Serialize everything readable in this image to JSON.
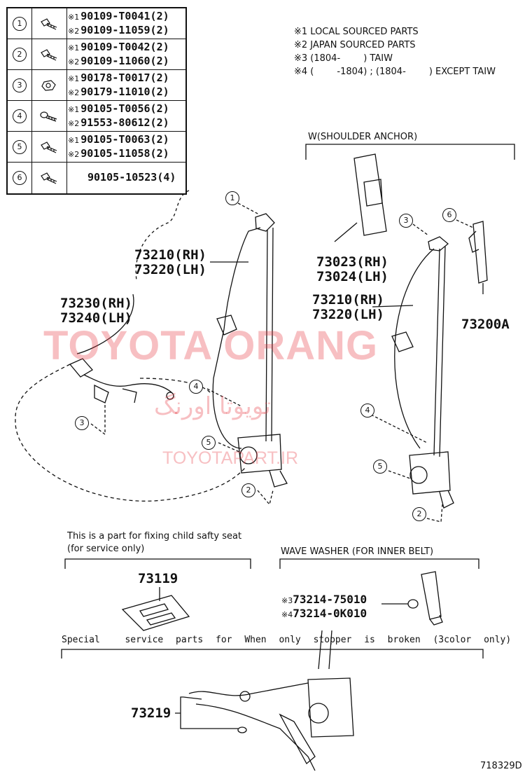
{
  "parts_table": {
    "rows": [
      {
        "ref": "1",
        "icon": "bolt-icon",
        "lines": [
          {
            "mark": "※1",
            "pn": "90109-T0041(2)"
          },
          {
            "mark": "※2",
            "pn": "90109-11059(2)"
          }
        ]
      },
      {
        "ref": "2",
        "icon": "bolt-icon",
        "lines": [
          {
            "mark": "※1",
            "pn": "90109-T0042(2)"
          },
          {
            "mark": "※2",
            "pn": "90109-11060(2)"
          }
        ]
      },
      {
        "ref": "3",
        "icon": "nut-icon",
        "lines": [
          {
            "mark": "※1",
            "pn": "90178-T0017(2)"
          },
          {
            "mark": "※2",
            "pn": "90179-11010(2)"
          }
        ]
      },
      {
        "ref": "4",
        "icon": "screw-icon",
        "lines": [
          {
            "mark": "※1",
            "pn": "90105-T0056(2)"
          },
          {
            "mark": "※2",
            "pn": "91553-80612(2)"
          }
        ]
      },
      {
        "ref": "5",
        "icon": "bolt-icon",
        "lines": [
          {
            "mark": "※1",
            "pn": "90105-T0063(2)"
          },
          {
            "mark": "※2",
            "pn": "90105-11058(2)"
          }
        ]
      },
      {
        "ref": "6",
        "icon": "bolt-icon",
        "lines": [
          {
            "mark": "",
            "pn": "90105-10523(4)"
          }
        ]
      }
    ]
  },
  "notes": [
    "※1 LOCAL SOURCED PARTS",
    "※2 JAPAN SOURCED PARTS",
    "※3 (1804-        ) TAIW",
    "※4 (        -1804) ; (1804-        ) EXCEPT TAIW"
  ],
  "callouts": {
    "shoulder_anchor": "W(SHOULDER ANCHOR)",
    "left_belt": [
      "73210(RH)",
      "73220(LH)"
    ],
    "left_buckle": [
      "73230(RH)",
      "73240(LH)"
    ],
    "anchor_cover": [
      "73023(RH)",
      "73024(LH)"
    ],
    "right_belt": [
      "73210(RH)",
      "73220(LH)"
    ],
    "adjuster": "73200A",
    "child_seat_note": [
      "This is a part for fixing child safty seat",
      "(for service only)"
    ],
    "child_seat_part": "73119",
    "wave_washer_title": "WAVE WASHER (FOR INNER BELT)",
    "wave_washer_parts": [
      {
        "mark": "※3",
        "pn": "73214-75010"
      },
      {
        "mark": "※4",
        "pn": "73214-0K010"
      }
    ],
    "special_note": "Special  service parts for When only stopper is broken (3color only)",
    "stopper_part": "73219",
    "diagram_id": "718329D"
  },
  "ref_circles": {
    "left": [
      "1",
      "4",
      "3",
      "5",
      "2"
    ],
    "right": [
      "3",
      "6",
      "4",
      "5",
      "2"
    ]
  },
  "watermarks": {
    "main": "TOYOTA ORANG",
    "persian": "تویوتا اورنگ",
    "site": "TOYOTAPART.IR"
  }
}
